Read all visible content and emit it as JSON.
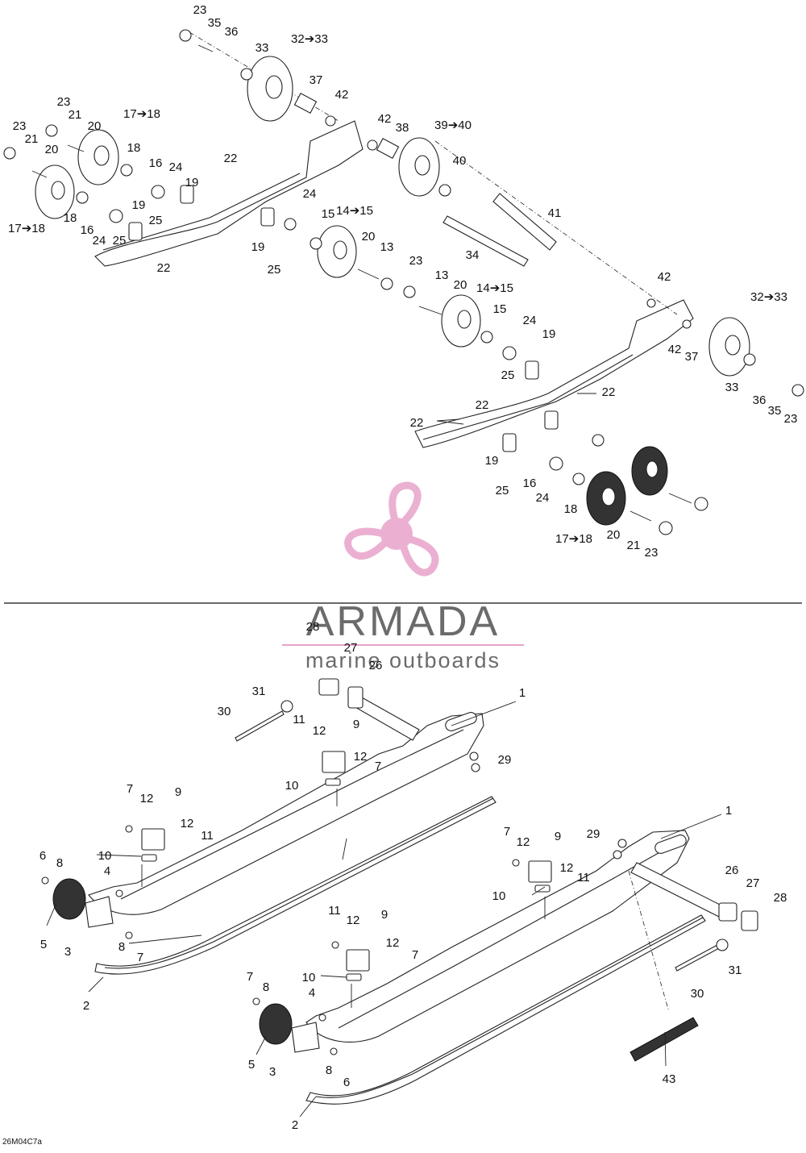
{
  "diagram": {
    "drawing_code": "26M04C7a",
    "watermark": {
      "brand": "ARMADA",
      "tagline": "marine outboards",
      "logo": "propeller-logo",
      "logo_color": "#e8a3c9",
      "text_color": "#6b6b6b"
    },
    "upper_assembly": {
      "callouts": [
        "23",
        "35",
        "36",
        "33",
        "32➔33",
        "37",
        "42",
        "23",
        "21",
        "17➔18",
        "20",
        "18",
        "16",
        "24",
        "19",
        "22",
        "23",
        "21",
        "20",
        "17➔18",
        "18",
        "16",
        "24",
        "25",
        "19",
        "25",
        "22",
        "19",
        "25",
        "24",
        "15",
        "14➔15",
        "20",
        "13",
        "23",
        "42",
        "38",
        "39➔40",
        "40",
        "41",
        "34",
        "13",
        "20",
        "14➔15",
        "15",
        "24",
        "19",
        "25",
        "22",
        "22",
        "22",
        "42",
        "32➔33",
        "42",
        "37",
        "33",
        "36",
        "35",
        "23",
        "19",
        "25",
        "16",
        "24",
        "18",
        "17➔18",
        "20",
        "21",
        "23"
      ]
    },
    "lower_assembly": {
      "callouts": [
        "28",
        "27",
        "26",
        "1",
        "31",
        "30",
        "11",
        "12",
        "9",
        "12",
        "29",
        "10",
        "7",
        "7",
        "12",
        "9",
        "12",
        "11",
        "10",
        "4",
        "6",
        "8",
        "5",
        "3",
        "8",
        "7",
        "2",
        "1",
        "29",
        "7",
        "12",
        "9",
        "12",
        "11",
        "10",
        "26",
        "27",
        "28",
        "11",
        "12",
        "9",
        "12",
        "7",
        "31",
        "30",
        "7",
        "8",
        "10",
        "4",
        "5",
        "3",
        "8",
        "6",
        "43",
        "2"
      ]
    }
  }
}
